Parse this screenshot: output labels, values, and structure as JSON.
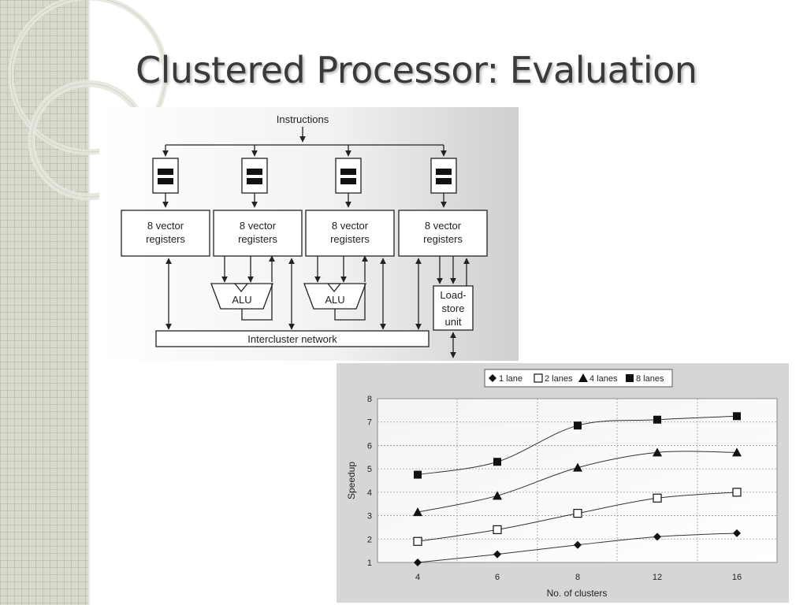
{
  "slide": {
    "title": "Clustered Processor: Evaluation"
  },
  "diagram": {
    "instructions_label": "Instructions",
    "register_lines": [
      "8 vector",
      "registers"
    ],
    "alu_label": "ALU",
    "loadstore_lines": [
      "Load-",
      "store",
      "unit"
    ],
    "network_label": "Intercluster network"
  },
  "chart_data": {
    "type": "line",
    "x": [
      4,
      6,
      8,
      12,
      16
    ],
    "categories": [
      "4",
      "6",
      "8",
      "12",
      "16"
    ],
    "series": [
      {
        "name": "1 lane",
        "marker": "diamond",
        "values": [
          1.0,
          1.35,
          1.75,
          2.1,
          2.25
        ]
      },
      {
        "name": "2 lanes",
        "marker": "open-square",
        "values": [
          1.9,
          2.4,
          3.1,
          3.75,
          4.0
        ]
      },
      {
        "name": "4 lanes",
        "marker": "triangle",
        "values": [
          3.15,
          3.85,
          5.05,
          5.7,
          5.7
        ]
      },
      {
        "name": "8 lanes",
        "marker": "square",
        "values": [
          4.75,
          5.3,
          6.85,
          7.1,
          7.25
        ]
      }
    ],
    "xlabel": "No. of clusters",
    "ylabel": "Speedup",
    "ylim": [
      1,
      8
    ],
    "yticks": [
      "1",
      "2",
      "3",
      "4",
      "5",
      "6",
      "7",
      "8"
    ],
    "grid": true,
    "legend_position": "top"
  },
  "colors": {
    "title": "#3a3a3a",
    "sidebar": "#d8dacb",
    "diagram_gradient_left": "#ffffff",
    "diagram_gradient_right": "#cfcfcf",
    "chart_background": "#d6d6d6"
  }
}
